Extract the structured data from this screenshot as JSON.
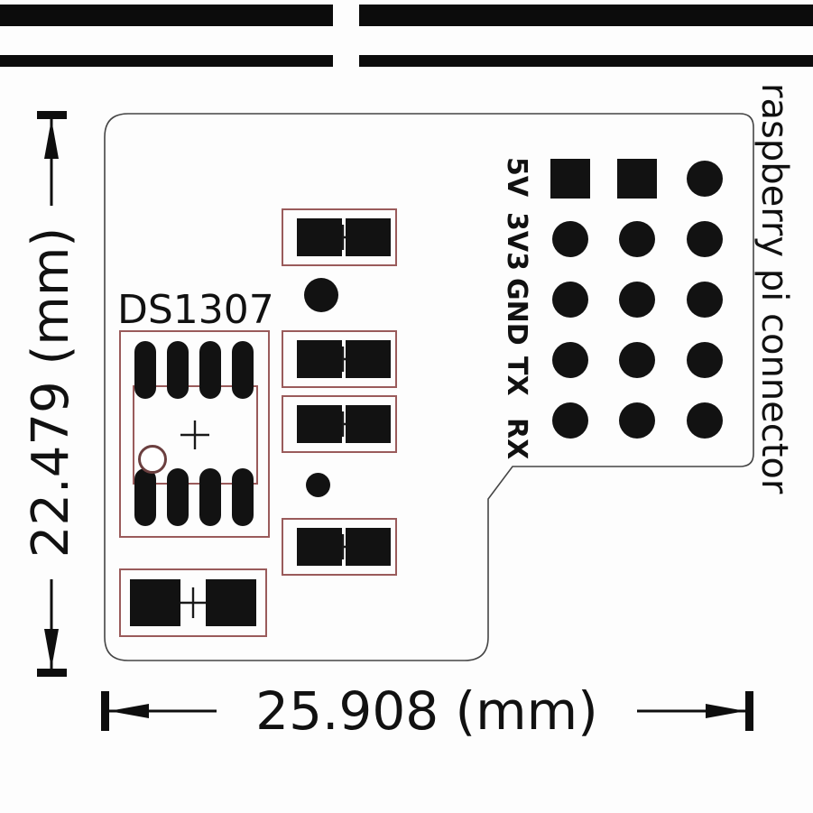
{
  "board": {
    "chip_label": "DS1307",
    "connector_title": "raspberry pi connector",
    "pins": [
      "5V",
      "3V3",
      "GND",
      "TX",
      "RX"
    ]
  },
  "dimensions": {
    "height_label": "22.479 (mm)",
    "width_label": "25.908 (mm)"
  },
  "colors": {
    "copper_pad": "#121212",
    "footprint_outline": "#9a5b5b",
    "board_edge": "#454545",
    "background": "#ffffff"
  }
}
